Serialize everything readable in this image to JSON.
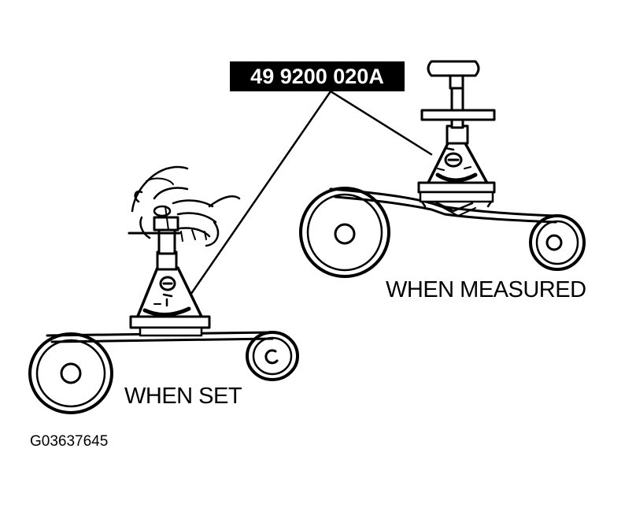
{
  "diagram": {
    "part_number": "49 9200 020A",
    "state_measured": "WHEN MEASURED",
    "state_set": "WHEN SET",
    "figure_id": "G03637645"
  },
  "colors": {
    "ink": "#000000",
    "paper": "#ffffff",
    "label_background": "#000000",
    "label_text": "#ffffff"
  },
  "icons": [
    "belt-tension-gauge-icon",
    "pulley-icon",
    "hand-icon",
    "t-handle-icon"
  ]
}
